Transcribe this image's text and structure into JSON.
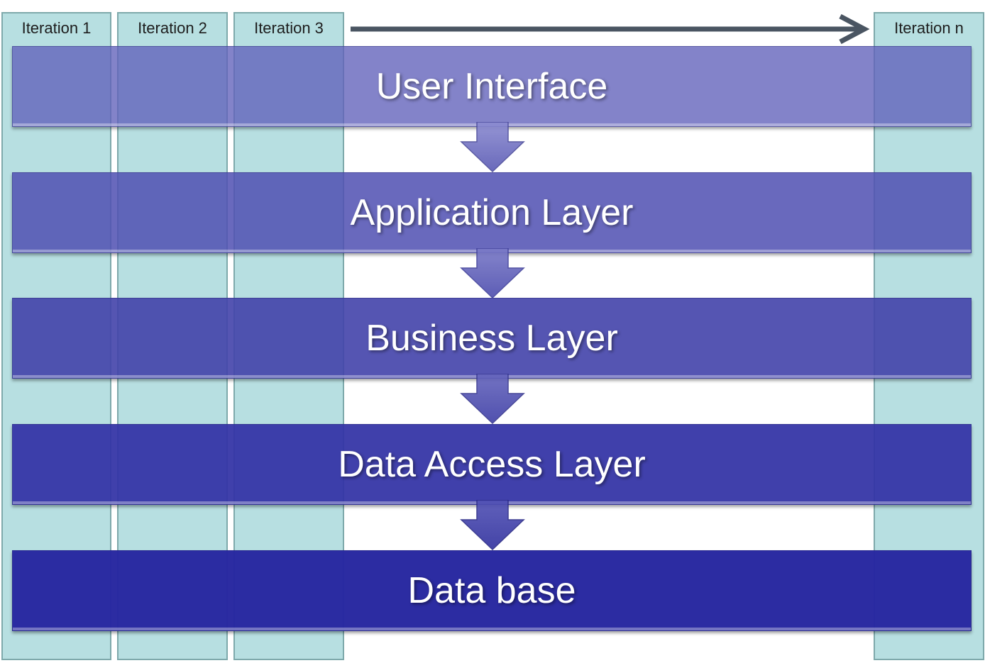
{
  "iterations": [
    {
      "label": "Iteration 1"
    },
    {
      "label": "Iteration 2"
    },
    {
      "label": "Iteration 3"
    },
    {
      "label": "Iteration n"
    }
  ],
  "layers": [
    {
      "label": "User Interface"
    },
    {
      "label": "Application Layer"
    },
    {
      "label": "Business Layer"
    },
    {
      "label": "Data Access Layer"
    },
    {
      "label": "Data base"
    }
  ],
  "colors": {
    "column_fill": "#b7dfe1",
    "column_border": "#7ea9ab",
    "arrow": "#4a5562",
    "layer_top": "#6a6ac0",
    "layer_bottom": "#2c2ca0"
  }
}
